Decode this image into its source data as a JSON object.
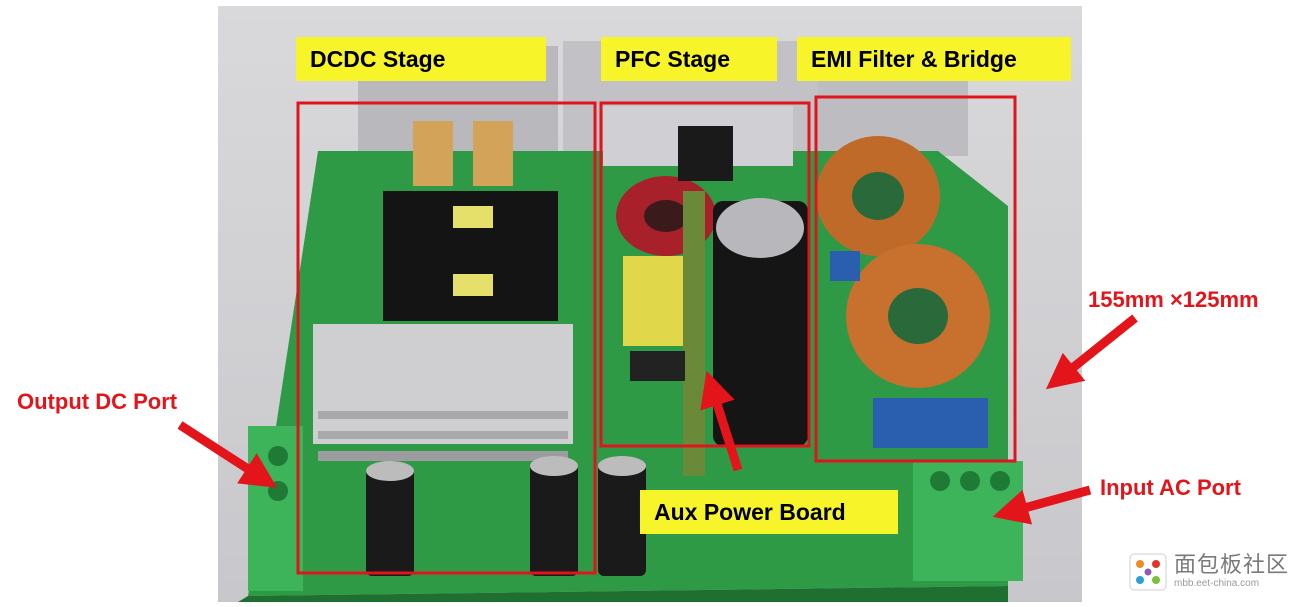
{
  "labels": {
    "dcdc": "DCDC Stage",
    "pfc": "PFC Stage",
    "emi": "EMI Filter & Bridge",
    "aux": "Aux Power Board"
  },
  "annotations": {
    "size": "155mm ×125mm",
    "output": "Output DC Port",
    "input": "Input AC Port"
  },
  "watermark": {
    "name": "面包板社区",
    "url": "mbb.eet-china.com"
  },
  "colors": {
    "label_bg": "#f7f52a",
    "annotation_red": "#e3151b",
    "box_red": "#e0141c",
    "pcb_green": "#2f9a46"
  }
}
